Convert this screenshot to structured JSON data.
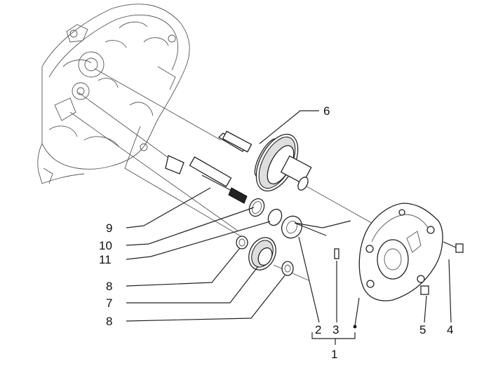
{
  "diagram": {
    "callouts": {
      "c6": "6",
      "c9": "9",
      "c10": "10",
      "c11": "11",
      "c8a": "8",
      "c7": "7",
      "c8b": "8",
      "c2": "2",
      "c3": "3",
      "c5": "5",
      "c4": "4",
      "c1": "1"
    }
  }
}
